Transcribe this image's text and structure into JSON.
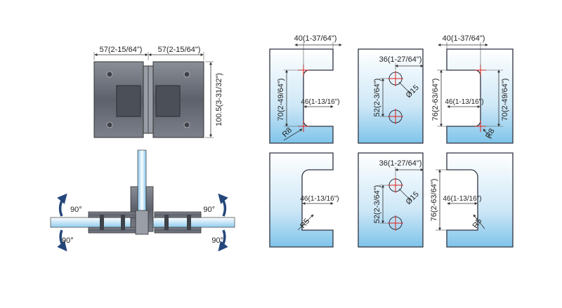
{
  "hinge": {
    "width_left": "57(2-15/64\")",
    "width_right": "57(2-15/64\")",
    "height": "100.5(3-31/32\")"
  },
  "rotation": {
    "top_left": "90°",
    "bottom_left": "90°",
    "top_right": "90°",
    "bottom_right": "90°"
  },
  "cutouts": {
    "p1": {
      "top": "40(1-37/64\")",
      "height": "70(2-49/64\")",
      "depth": "46(1-13/16\")",
      "radius": "R8"
    },
    "p2": {
      "top": "36(1-27/64\")",
      "spacing": "52(2-3/64\")",
      "hole": "Ø15"
    },
    "p3": {
      "top": "40(1-37/64\")",
      "height_left": "76(2-63/64\")",
      "depth": "46(1-13/16\")",
      "height_right": "70(2-49/64\")",
      "radius": "R8"
    },
    "p4": {
      "depth": "46(1-13/16\")",
      "radius": "R5"
    },
    "p5": {
      "top": "36(1-27/64\")",
      "spacing": "52(2-3/64\")",
      "hole": "Ø15"
    },
    "p6": {
      "height": "76(2-63/64\")",
      "depth": "46(1-13/16\")",
      "radius": "R5"
    }
  },
  "colors": {
    "glass_top": "#ffffff",
    "glass_bottom": "#7fc4ea",
    "metal": "#6b6f79",
    "accent_red": "#e0201a",
    "arrow": "#24467a"
  }
}
